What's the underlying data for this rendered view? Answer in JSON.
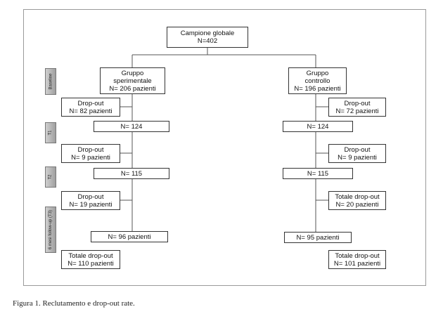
{
  "top": {
    "line1": "Campione globale",
    "line2": "N=402"
  },
  "stages": [
    "Baseline",
    "T1",
    "T2",
    "6 mesi follow-up (T3)"
  ],
  "left": {
    "group": [
      "Gruppo",
      "sperimentale",
      "N= 206 pazienti"
    ],
    "dropout1": [
      "Drop-out",
      "N= 82 pazienti"
    ],
    "t1": "N= 124",
    "dropout2": [
      "Drop-out",
      "N= 9 pazienti"
    ],
    "t2": "N= 115",
    "dropout3": [
      "Drop-out",
      "N= 19 pazienti"
    ],
    "t3": "N= 96 pazienti",
    "total": [
      "Totale drop-out",
      "N= 110 pazienti"
    ]
  },
  "right": {
    "group": [
      "Gruppo",
      "controllo",
      "N= 196 pazienti"
    ],
    "dropout1": [
      "Drop-out",
      "N= 72 pazienti"
    ],
    "t1": "N= 124",
    "dropout2": [
      "Drop-out",
      "N= 9 pazienti"
    ],
    "t2": "N= 115",
    "dropout3": [
      "Totale drop-out",
      "N= 20 pazienti"
    ],
    "t3": "N= 95 pazienti",
    "total": [
      "Totale drop-out",
      "N= 101 pazienti"
    ]
  },
  "caption": "Figura 1. Reclutamento e drop-out rate."
}
